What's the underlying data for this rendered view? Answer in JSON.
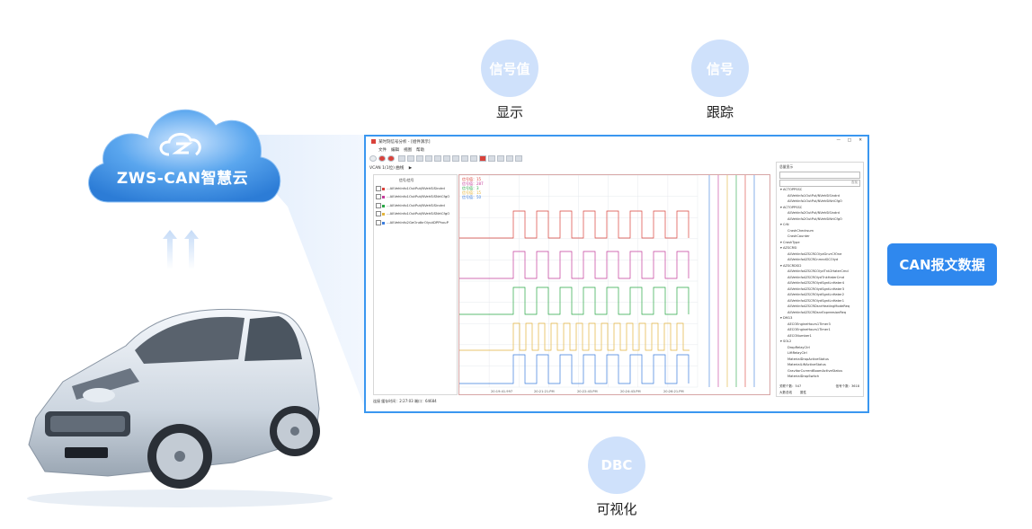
{
  "cloud": {
    "title": "ZWS-CAN智慧云",
    "logo": "zws-logo-icon",
    "color": "#3b8fe6"
  },
  "features": [
    {
      "id": "display",
      "circle_text": "信号值",
      "label": "显示"
    },
    {
      "id": "trace",
      "circle_text": "信号",
      "label": "跟踪"
    },
    {
      "id": "dbc",
      "circle_text": "DBC",
      "label": "可视化"
    }
  ],
  "can_badge": {
    "label": "CAN报文数据",
    "color": "#2f88ee"
  },
  "window": {
    "title": "某时刻信号分析 - [组件演示]",
    "menu": [
      "文件",
      "编辑",
      "视图",
      "帮助"
    ],
    "toolbar_combo": "VCAN   1(1位)  曲线",
    "signals_header": "信号/信号",
    "signals": [
      {
        "name": "...AllVehInfo1OutPut/NVehSiSindrd",
        "color": "#d9423b"
      },
      {
        "name": "...AllVehInfo1OutPut/NVehSiSNrtCfgO",
        "color": "#c43c9a"
      },
      {
        "name": "...AllVehInfo1OutPut/NVehSiSindrd",
        "color": "#28a745"
      },
      {
        "name": "...AllVehInfo1OutPut/NVehSiSNrtCfgO",
        "color": "#e3b43c"
      },
      {
        "name": "...AllVehInfo2GeOndkrOlyutDPPhxuP",
        "color": "#3b7ddd"
      }
    ],
    "legend": [
      "信号值：15",
      "信号值：287",
      "信号值：3",
      "信号值：15",
      "信号值：50"
    ],
    "time_ticks": [
      "20:19:41.997",
      "20:21:21.PM",
      "20:22:43.PM",
      "20:24:43.PM",
      "20:26:21.PM"
    ],
    "right_panel": {
      "title": "总量显示",
      "search_placeholder": "查找",
      "tree": [
        "ACTOPPSSC",
        "AllVehInfo1OutPut/NVehSiSindrd",
        "AllVehInfo1OutPut/NVehSiNrtCfgO",
        "ACTOPPSSC",
        "AllVehInfo2OutPut/NVehSiSindrd",
        "AllVehInfo2OutPut/NVehSiNrtCfgO",
        "CrN",
        "CrashChecksum",
        "CrashCounter",
        "CrashType",
        "AZSCRSI",
        "AllVehInfo4ZSCRCOlydGnvrCfOne",
        "AllVehInfo4ZSCRCnmndGCOlyd",
        "AZSCRDSI2",
        "AllVehInfo4ZSCRCOlydTnk2HaterCmd",
        "AllVehInfo4ZSCROlydTnkHaterCmd",
        "AllVehInfo4ZSCROlydSgntLnHater4",
        "AllVehInfo4ZSCROlydSgntLnHater3",
        "AllVehInfo4ZSCROlydSgntLnHater2",
        "AllVehInfo4ZSCROlydSgntLnHater1",
        "AllVehInfo4ZSCRDsnrHeatingModeReq",
        "AllVehInfo4ZSCRDsnrExpreesionReq",
        "DM13",
        "AECOEngineHours1Timer3",
        "AECOEngineHours1Timer1",
        "AECONumber1",
        "SOL2",
        "DropRelayCtrl",
        "LiftRelayCtrl",
        "MaterialDropActiveStatus",
        "MaterialLiftActiveStatus",
        "GravitorCurrentBoomActiveStatus",
        "MaterialDropSwitch"
      ],
      "footer_left": "关联个数：547",
      "footer_right": "信号个数：3618",
      "tab_1": "大数总线",
      "tab_2": "属性"
    },
    "status": "连接  缓存时间：2:27:03  端口：64684"
  }
}
